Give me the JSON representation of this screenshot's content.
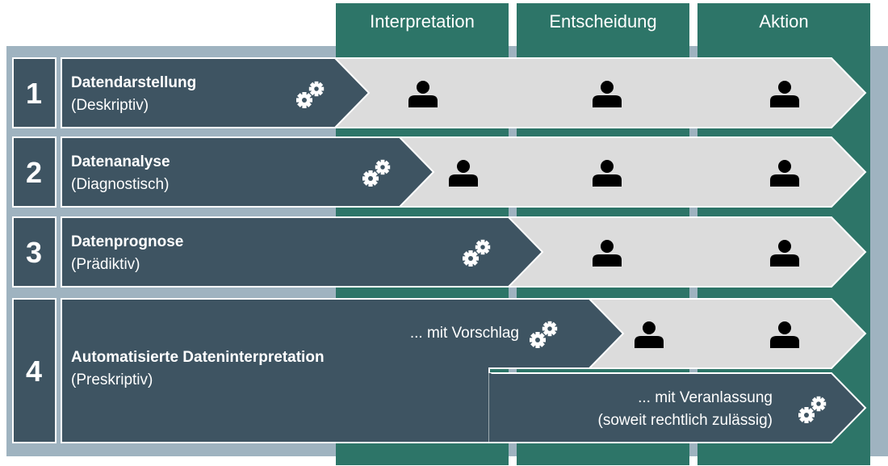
{
  "columns": [
    {
      "label": "Interpretation"
    },
    {
      "label": "Entscheidung"
    },
    {
      "label": "Aktion"
    }
  ],
  "rows": [
    {
      "number": "1",
      "title": "Datendarstellung",
      "subtitle": "(Deskriptiv)",
      "persons": 3
    },
    {
      "number": "2",
      "title": "Datenanalyse",
      "subtitle": "(Diagnostisch)",
      "persons": 3
    },
    {
      "number": "3",
      "title": "Datenprognose",
      "subtitle": "(Prädiktiv)",
      "persons": 2
    },
    {
      "number": "4",
      "title": "Automatisierte Dateninterpretation",
      "subtitle": "(Preskriptiv)",
      "persons": 2,
      "proposal_label": "... mit Vorschlag",
      "initiation_label_1": "... mit Veranlassung",
      "initiation_label_2": "(soweit rechtlich zulässig)"
    }
  ],
  "colors": {
    "background_band": "#9fb3c0",
    "column_green": "#2d7568",
    "row_dark": "#3e5462",
    "arrow_light": "#dcdcdc",
    "person": "#000000",
    "text_light": "#ffffff"
  },
  "icons": {
    "process": "gears-icon",
    "human": "person-icon"
  }
}
